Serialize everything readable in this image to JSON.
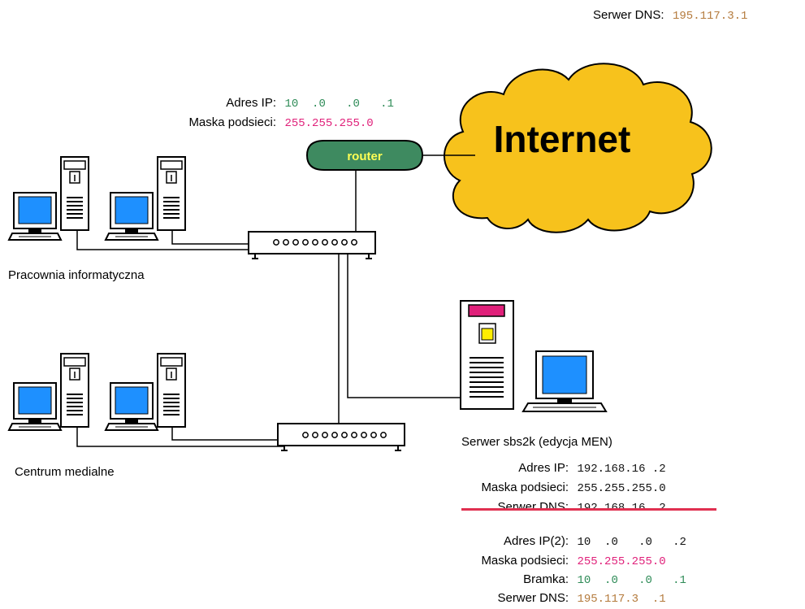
{
  "top_dns": {
    "label": "Serwer DNS:",
    "value": "195.117.3.1"
  },
  "router": {
    "label": "router",
    "ip_label": "Adres IP:",
    "ip_value": "10  .0   .0   .1",
    "mask_label": "Maska podsieci:",
    "mask_value": "255.255.255.0"
  },
  "internet_label": "Internet",
  "lab_label": "Pracownia informatyczna",
  "media_label": "Centrum medialne",
  "server": {
    "title": "Serwer sbs2k (edycja MEN)",
    "ip_label": "Adres IP:",
    "ip_value": "192.168.16 .2",
    "mask_label": "Maska podsieci:",
    "mask_value": "255.255.255.0",
    "dns_label": "Serwer DNS:",
    "dns_value": "192.168.16 .2",
    "ip2_label": "Adres IP(2):",
    "ip2_value": "10  .0   .0   .2",
    "mask2_label": "Maska podsieci:",
    "mask2_value": "255.255.255.0",
    "gw_label": "Bramka:",
    "gw_value": "10  .0   .0   .1",
    "dns2_label": "Serwer DNS:",
    "dns2_value": "195.117.3  .1"
  },
  "colors": {
    "cloud": "#f7c21c",
    "router": "#3e8a60",
    "router_text": "#ffff55",
    "monitor_screen": "#1e90ff",
    "server_top": "#e0207a",
    "server_drive": "#ffee00",
    "strike": "#e03050",
    "green": "#2e8b57",
    "magenta": "#e0207a",
    "brown": "#b47a3c"
  }
}
